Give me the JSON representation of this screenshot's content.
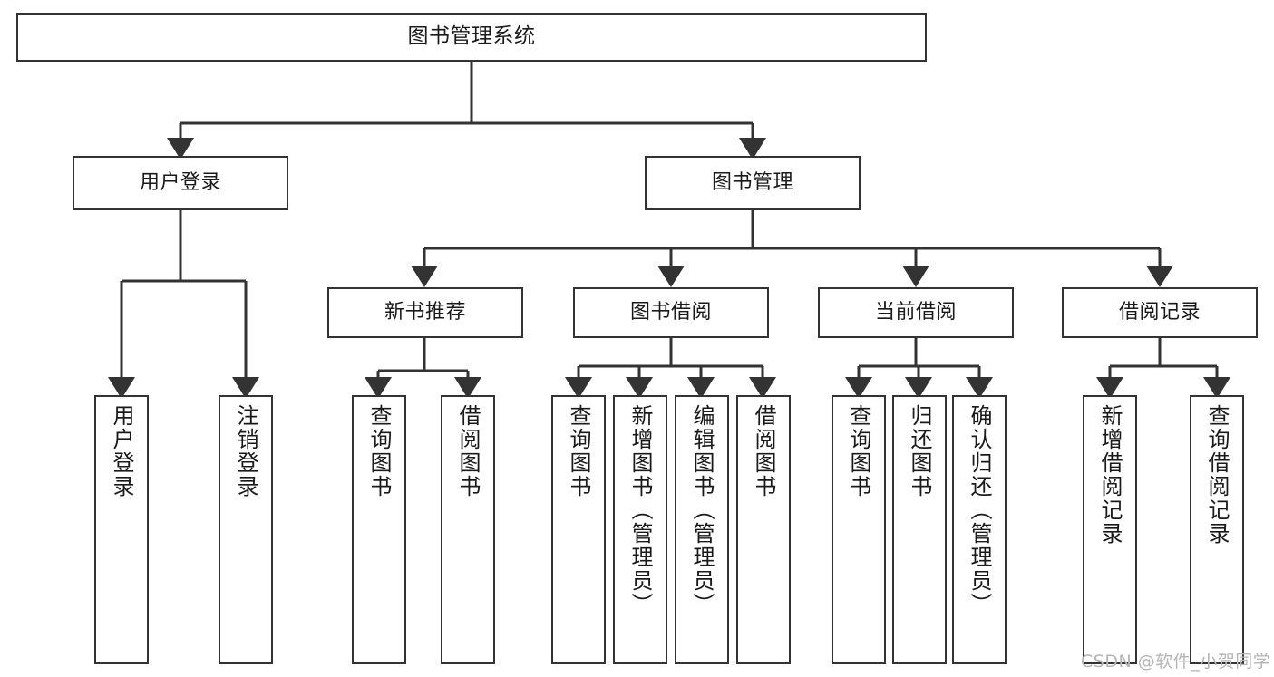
{
  "diagram": {
    "title": "图书管理系统",
    "watermark": "CSDN @软件_小贺同学",
    "line_color": "#333333",
    "box_border_color": "#333333",
    "box_fill_color": "#ffffff",
    "text_color": "#1a1a1a",
    "watermark_color": "#b5b5b5"
  },
  "nodes": {
    "root": {
      "label": "图书管理系统"
    },
    "level2": [
      {
        "label": "用户登录"
      },
      {
        "label": "图书管理"
      }
    ],
    "level3": [
      {
        "label": "新书推荐"
      },
      {
        "label": "图书借阅"
      },
      {
        "label": "当前借阅"
      },
      {
        "label": "借阅记录"
      }
    ],
    "leaves_user_login": [
      {
        "label": "用户登录"
      },
      {
        "label": "注销登录"
      }
    ],
    "leaves_new_book": [
      {
        "label": "查询图书"
      },
      {
        "label": "借阅图书"
      }
    ],
    "leaves_borrow": [
      {
        "label": "查询图书"
      },
      {
        "label": "新增图书（管理员）"
      },
      {
        "label": "编辑图书（管理员）"
      },
      {
        "label": "借阅图书"
      }
    ],
    "leaves_current": [
      {
        "label": "查询图书"
      },
      {
        "label": "归还图书"
      },
      {
        "label": "确认归还（管理员）"
      }
    ],
    "leaves_record": [
      {
        "label": "新增借阅记录"
      },
      {
        "label": "查询借阅记录"
      }
    ]
  }
}
